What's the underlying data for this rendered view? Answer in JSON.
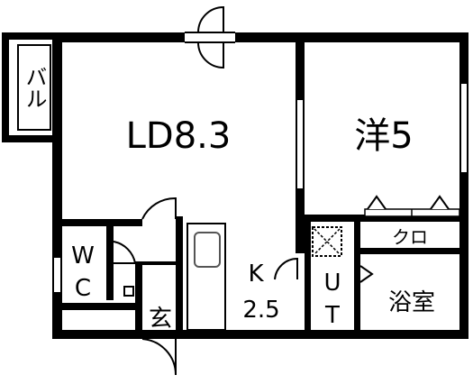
{
  "rooms": {
    "ld": {
      "name": "LD",
      "size": "8.3"
    },
    "western": {
      "name": "洋",
      "size": "5"
    },
    "kitchen": {
      "name": "K",
      "size": "2.5"
    },
    "bathroom": {
      "name": "浴室"
    },
    "closet": {
      "name": "クロ"
    },
    "entrance": {
      "name": "玄"
    },
    "wc": {
      "line1": "W",
      "line2": "C"
    },
    "ut": {
      "line1": "U",
      "line2": "T"
    },
    "balcony": {
      "name": "バル"
    }
  },
  "colors": {
    "wall": "#000000",
    "background": "#ffffff",
    "fixture": "#555555"
  }
}
